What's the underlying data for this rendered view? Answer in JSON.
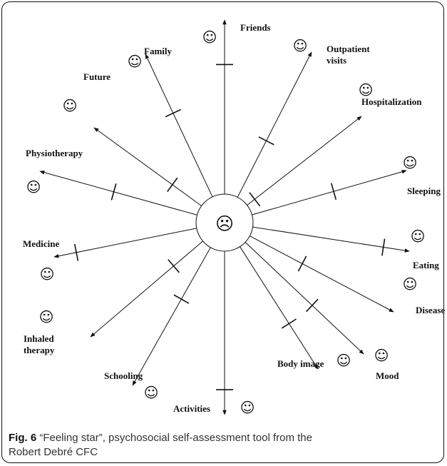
{
  "center_icon": "frowning-face-icon",
  "center_glyph": "☹",
  "smiley_glyph": "☺",
  "caption": {
    "figure_label": "Fig. 6",
    "line1": " “Feeling star”, psychosocial self-assessment tool from the",
    "line2": "Robert Debré CFC"
  },
  "spokes": [
    {
      "id": "friends",
      "label": [
        "Friends"
      ]
    },
    {
      "id": "outpatient-visits",
      "label": [
        "Outpatient",
        "visits"
      ]
    },
    {
      "id": "hospitalization",
      "label": [
        "Hospitalization"
      ]
    },
    {
      "id": "sleeping",
      "label": [
        "Sleeping"
      ]
    },
    {
      "id": "eating",
      "label": [
        "Eating"
      ]
    },
    {
      "id": "disease",
      "label": [
        "Disease"
      ]
    },
    {
      "id": "mood",
      "label": [
        "Mood"
      ]
    },
    {
      "id": "body-image",
      "label": [
        "Body image"
      ]
    },
    {
      "id": "activities",
      "label": [
        "Activities"
      ]
    },
    {
      "id": "schooling",
      "label": [
        "Schooling"
      ]
    },
    {
      "id": "inhaled-therapy",
      "label": [
        "Inhaled",
        "therapy"
      ]
    },
    {
      "id": "medicine",
      "label": [
        "Medicine"
      ]
    },
    {
      "id": "physiotherapy",
      "label": [
        "Physiotherapy"
      ]
    },
    {
      "id": "future",
      "label": [
        "Future"
      ]
    },
    {
      "id": "family",
      "label": [
        "Family"
      ]
    }
  ]
}
